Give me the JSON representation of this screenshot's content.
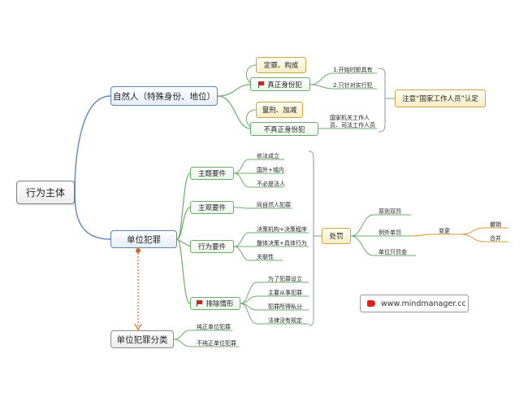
{
  "root": "行为主体",
  "natural_person": {
    "label": "自然人（特殊身份、地位）",
    "true_crime": {
      "label": "真正身份犯",
      "note": "定罪、构成",
      "leaves": [
        "1.开始时即具有",
        "2.只针对实行犯"
      ]
    },
    "false_crime": {
      "label": "不真正身份犯",
      "note": "量刑、加减",
      "leaf": "国家机关工作人员、司法工作人员"
    },
    "attention": "注意“国家工作人员”认定"
  },
  "unit_crime": {
    "label": "单位犯罪",
    "subject": {
      "label": "主题要件",
      "leaves": [
        "依法成立",
        "国外+域内",
        "不必是法人"
      ]
    },
    "mental": {
      "label": "主观要件",
      "leaves": [
        "同自然人犯罪"
      ]
    },
    "conduct": {
      "label": "行为要件",
      "leaves": [
        "决策机构+决策程序",
        "整体决策+具体行为",
        "关联性"
      ]
    },
    "exclusion": {
      "label": "排除情形",
      "leaves": [
        "为了犯罪设立",
        "主要从事犯罪",
        "犯罪所得私分",
        "法律没有规定"
      ]
    },
    "punishment": {
      "label": "处罚",
      "leaves": [
        "原则双罚",
        "例外单罚",
        "单位只罚金"
      ],
      "change": {
        "label": "变更",
        "leaves": [
          "撤销",
          "合并"
        ]
      }
    }
  },
  "classification": {
    "label": "单位犯罪分类",
    "leaves": [
      "纯正单位犯罪",
      "不纯正单位犯罪"
    ]
  },
  "badge": {
    "text": "www.mindmanager.cc",
    "icon": "mindmanager-logo-icon"
  },
  "colors": {
    "line": "#5f86b3",
    "green_line": "#6cab6c",
    "dotted": "#d36a2a"
  }
}
